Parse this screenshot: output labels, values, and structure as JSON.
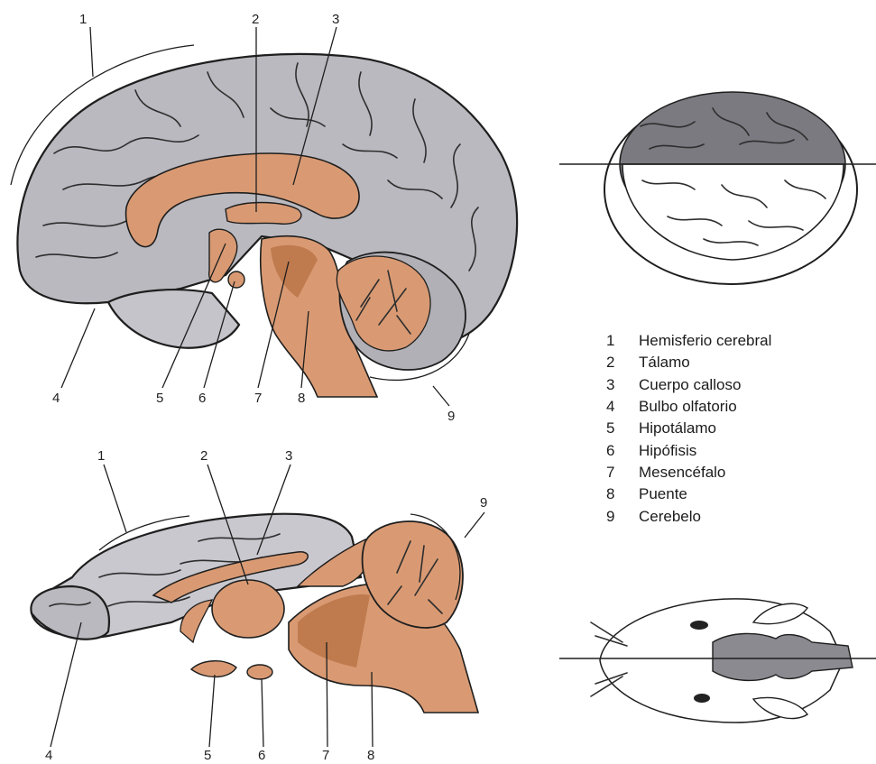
{
  "human_labels": {
    "n1": "1",
    "n2": "2",
    "n3": "3",
    "n4": "4",
    "n5": "5",
    "n6": "6",
    "n7": "7",
    "n8": "8",
    "n9": "9"
  },
  "animal_labels": {
    "n1": "1",
    "n2": "2",
    "n3": "3",
    "n4": "4",
    "n5": "5",
    "n6": "6",
    "n7": "7",
    "n8": "8",
    "n9": "9"
  },
  "legend": [
    {
      "num": "1",
      "label": "Hemisferio cerebral"
    },
    {
      "num": "2",
      "label": "Tálamo"
    },
    {
      "num": "3",
      "label": "Cuerpo calloso"
    },
    {
      "num": "4",
      "label": "Bulbo olfatorio"
    },
    {
      "num": "5",
      "label": "Hipotálamo"
    },
    {
      "num": "6",
      "label": "Hipófisis"
    },
    {
      "num": "7",
      "label": "Mesencéfalo"
    },
    {
      "num": "8",
      "label": "Puente"
    },
    {
      "num": "9",
      "label": "Cerebelo"
    }
  ],
  "colors": {
    "cortex_gray": "#b9b9bf",
    "cortex_light": "#d4d4da",
    "structure_orange": "#d99a73",
    "structure_dark": "#bf7a4e",
    "line": "#1e1e1e"
  }
}
